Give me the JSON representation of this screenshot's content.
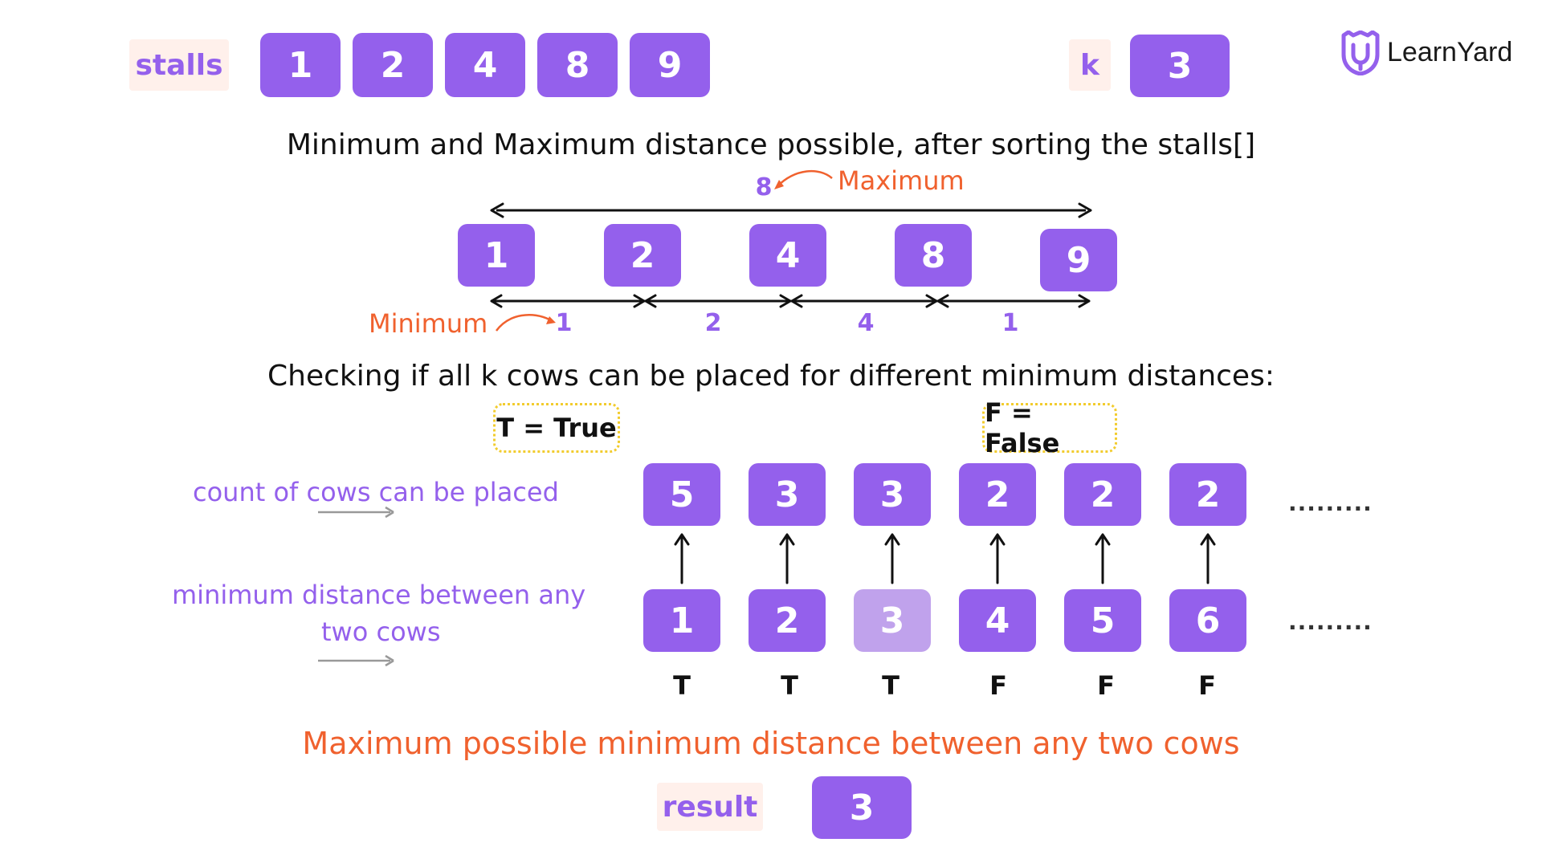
{
  "header": {
    "stalls_label": "stalls",
    "stalls": [
      "1",
      "2",
      "4",
      "8",
      "9"
    ],
    "k_label": "k",
    "k_value": "3"
  },
  "brand": {
    "name": "LearnYard"
  },
  "section1": {
    "heading": "Minimum and Maximum distance possible, after sorting the stalls[]",
    "max_value": "8",
    "max_label": "Maximum",
    "sorted_stalls": [
      "1",
      "2",
      "4",
      "8",
      "9"
    ],
    "gaps": [
      "1",
      "2",
      "4",
      "1"
    ],
    "min_label": "Minimum"
  },
  "section2": {
    "heading": "Checking if all k cows can be placed for different minimum distances:",
    "legend_true": "T = True",
    "legend_false": "F = False",
    "count_label": "count of cows can be placed",
    "distance_label_line1": "minimum distance between any",
    "distance_label_line2": "two cows",
    "counts": [
      "5",
      "3",
      "3",
      "2",
      "2",
      "2"
    ],
    "distances": [
      "1",
      "2",
      "3",
      "4",
      "5",
      "6"
    ],
    "results": [
      "T",
      "T",
      "T",
      "F",
      "F",
      "F"
    ],
    "ellipsis": "........."
  },
  "conclusion": {
    "text": "Maximum possible minimum distance between any two cows",
    "result_label": "result",
    "result_value": "3"
  },
  "colors": {
    "box": "#9460EC",
    "box_highlight": "#C0A2EC",
    "accent_orange": "#F0612E",
    "chip_bg": "#FFF0EB",
    "legend_border": "#F2CC2E"
  }
}
